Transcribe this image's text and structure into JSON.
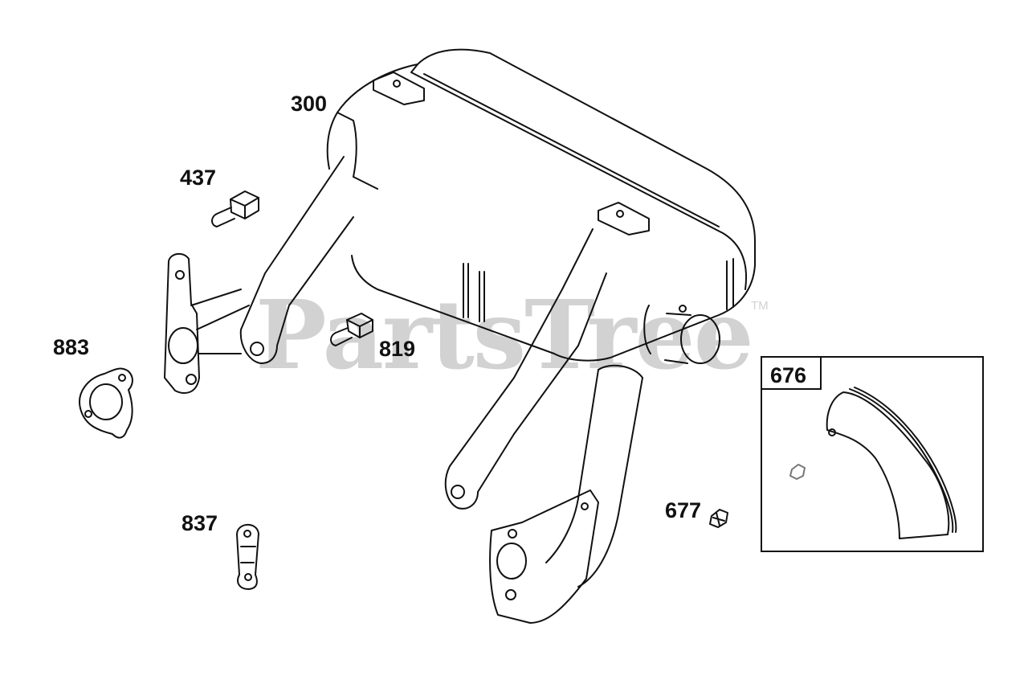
{
  "watermark": {
    "text": "PartsTree",
    "trademark": "TM"
  },
  "labels": {
    "p300": "300",
    "p437": "437",
    "p883": "883",
    "p819": "819",
    "p837": "837",
    "p677": "677",
    "p676": "676"
  },
  "colors": {
    "line": "#111111",
    "watermark": "#d2d2d2",
    "background": "#ffffff"
  }
}
